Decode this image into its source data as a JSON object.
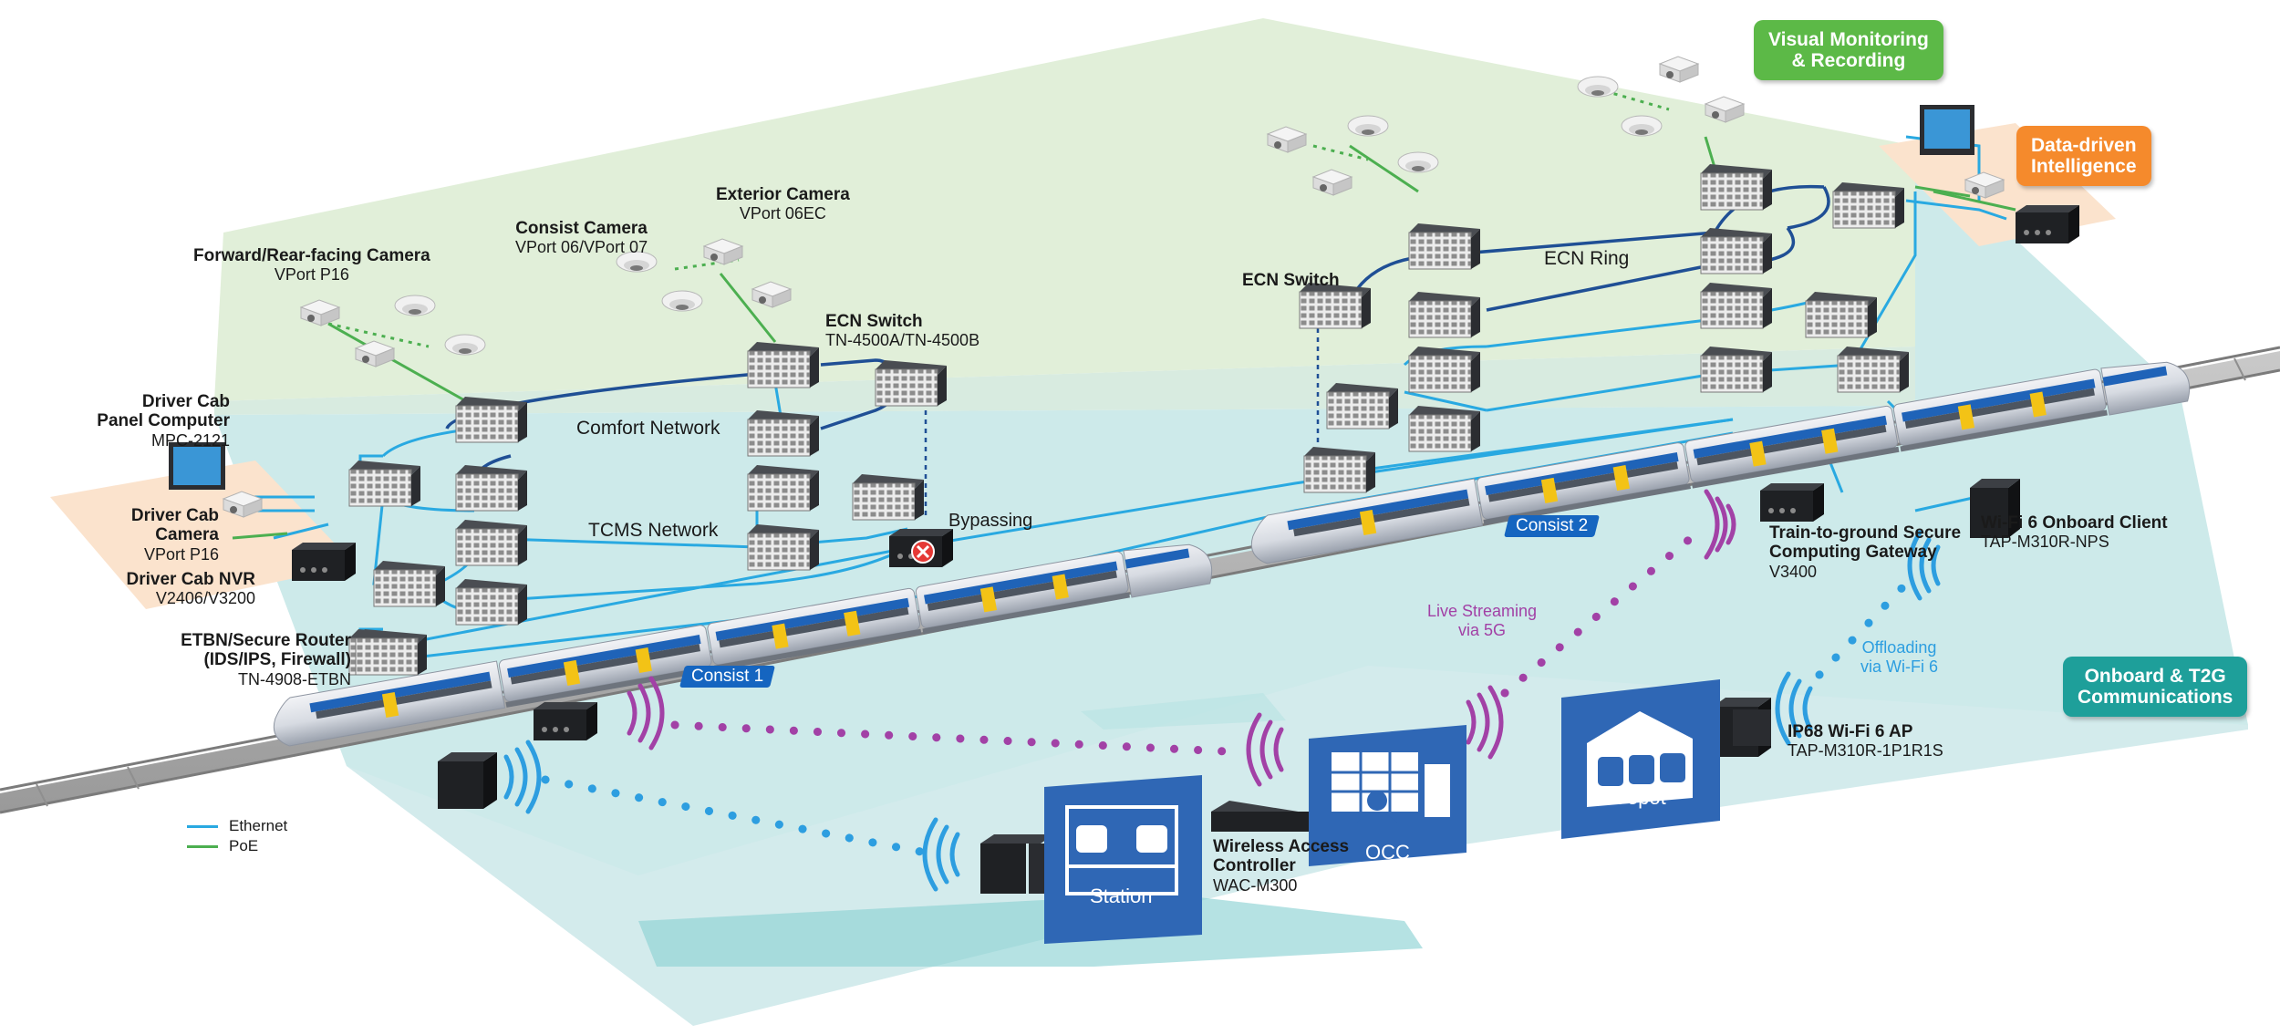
{
  "badges": {
    "visual_monitoring": "Visual Monitoring\n& Recording",
    "data_driven": "Data-driven\nIntelligence",
    "onboard_t2g": "Onboard & T2G\nCommunications"
  },
  "devices": {
    "forward_camera": {
      "title": "Forward/Rear-facing Camera",
      "model": "VPort P16"
    },
    "consist_camera": {
      "title": "Consist Camera",
      "model": "VPort 06/VPort 07"
    },
    "exterior_camera": {
      "title": "Exterior Camera",
      "model": "VPort 06EC"
    },
    "ecn_switch_left": {
      "title": "ECN Switch",
      "model": "TN-4500A/TN-4500B"
    },
    "ecn_switch_right": {
      "title": "ECN Switch"
    },
    "driver_cab_panel": {
      "title": "Driver Cab\nPanel Computer",
      "model": "MPC-2121"
    },
    "driver_cab_camera": {
      "title": "Driver Cab\nCamera",
      "model": "VPort P16"
    },
    "driver_cab_nvr": {
      "title": "Driver Cab NVR",
      "model": "V2406/V3200"
    },
    "etbn_router": {
      "title": "ETBN/Secure Router\n(IDS/IPS, Firewall)",
      "model": "TN-4908-ETBN"
    },
    "t2g_gateway": {
      "title": "Train-to-ground Secure\nComputing Gateway",
      "model": "V3400"
    },
    "wifi_client": {
      "title": "Wi-Fi 6 Onboard Client",
      "model": "TAP-M310R-NPS"
    },
    "wifi_ap": {
      "title": "IP68 Wi-Fi 6 AP",
      "model": "TAP-M310R-1P1R1S"
    },
    "wac": {
      "title": "Wireless Access\nController",
      "model": "WAC-M300"
    }
  },
  "networks": {
    "comfort": "Comfort Network",
    "tcms": "TCMS Network",
    "ecn_ring": "ECN Ring",
    "bypassing": "Bypassing"
  },
  "consists": {
    "c1": "Consist 1",
    "c2": "Consist 2"
  },
  "links": {
    "live_streaming": "Live Streaming\nvia 5G",
    "offloading": "Offloading\nvia Wi-Fi 6"
  },
  "facilities": {
    "station": "Station",
    "occ": "OCC",
    "depot": "Depot"
  },
  "legend": [
    {
      "label": "Ethernet",
      "color": "#29a9e1"
    },
    {
      "label": "PoE",
      "color": "#4caf50"
    }
  ],
  "colors": {
    "plane_green": "#e1efd9",
    "plane_teal": "#cdeaea",
    "plane_orange": "#fbe3cd",
    "badge_green": "#5cb947",
    "badge_orange": "#f58a2c",
    "badge_teal": "#1e9f9a",
    "ethernet": "#29a9e1",
    "poe": "#4caf50",
    "ring": "#1f4f95",
    "live_streaming": "#a241a6",
    "offloading": "#2d9ee0",
    "facility": "#2f67b5"
  }
}
